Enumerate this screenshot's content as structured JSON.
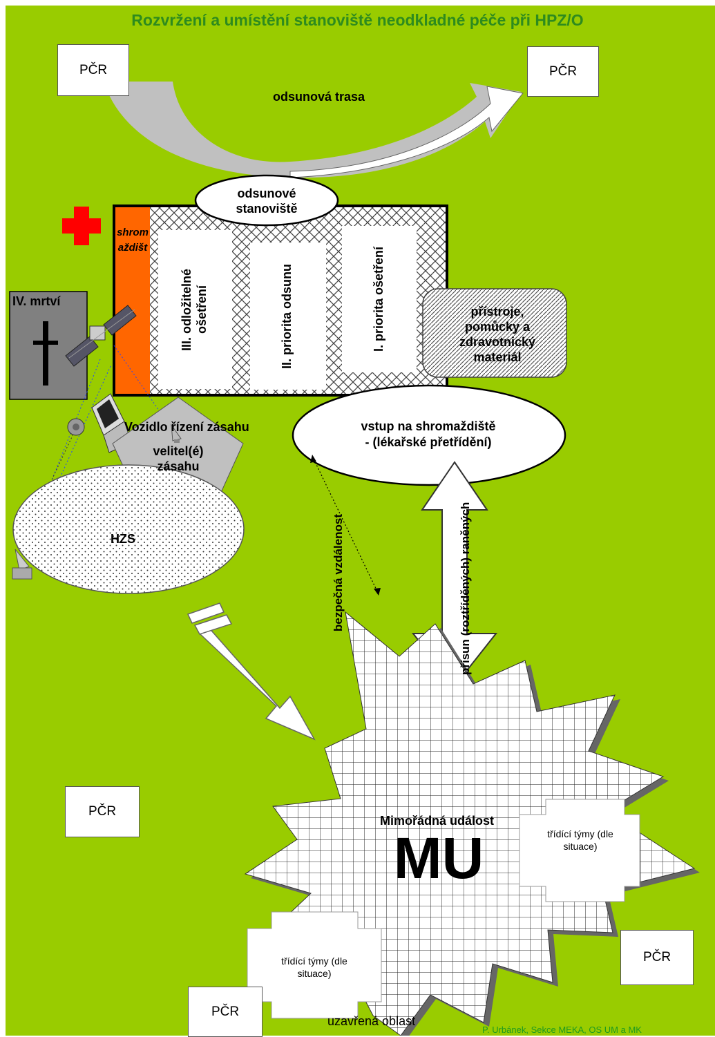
{
  "title": "Rozvržení a umístění stanoviště neodkladné péče při HPZ/O",
  "police_label": "PČR",
  "evacuation_route": "odsunová trasa",
  "evacuation_post": {
    "line1": "odsunové",
    "line2": "stanoviště"
  },
  "assembly_vertical": "shromaždišt",
  "zones": {
    "zone3": {
      "line1": "III. odložitelné",
      "line2": "ošetření"
    },
    "zone2": "II. priorita odsunu",
    "zone1": "I. priorita ošetření"
  },
  "equipment": {
    "line1": "přístroje,",
    "line2": "pomůcky a",
    "line3": "zdravotnický",
    "line4": "materiál"
  },
  "dead": "IV. mrtví",
  "command_vehicle": "Vozidlo řízení zásahu",
  "commander": {
    "line1": "velitel(é)",
    "line2": "zásahu"
  },
  "entrance": {
    "line1": "vstup na shromaždiště",
    "line2": "- (lékařské přetřídění)"
  },
  "fire_service": "HZS",
  "safe_distance": "bezpečná vzdálenost",
  "transport_injured": "přísun (roztříděných) raněných",
  "incident": {
    "caption": "Mimořádná událost",
    "abbr": "MU"
  },
  "triage_teams": {
    "line1": "třídící týmy (dle",
    "line2": "situace)"
  },
  "closed_area": "uzavřená oblast",
  "credit": "P. Urbánek, Sekce MEKA, OS UM a MK",
  "colors": {
    "background": "#99cc00",
    "title": "#2e8b1e",
    "assembly_strip": "#ff6600",
    "cross": "#ff0000",
    "dead_box": "#808080",
    "route": "#c0c0c0"
  }
}
